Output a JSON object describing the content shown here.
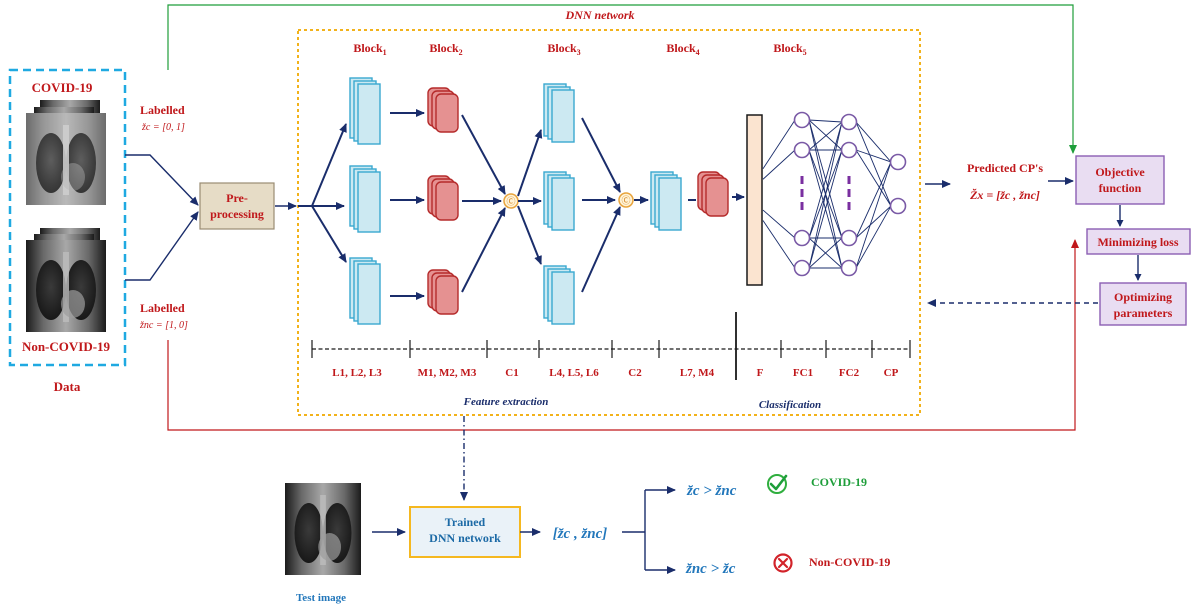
{
  "top_label": "DNN network",
  "data_panel": {
    "covid_title": "COVID-19",
    "noncovid_title": "Non-COVID-19",
    "caption": "Data",
    "labelled_top": "Labelled",
    "label_vector_top": "z̆c = [0, 1]",
    "labelled_bottom": "Labelled",
    "label_vector_bottom": "z̆nc = [1, 0]"
  },
  "preprocessing": {
    "line1": "Pre-",
    "line2": "processing"
  },
  "blocks": [
    {
      "base": "Block",
      "sub": "1"
    },
    {
      "base": "Block",
      "sub": "2"
    },
    {
      "base": "Block",
      "sub": "3"
    },
    {
      "base": "Block",
      "sub": "4"
    },
    {
      "base": "Block",
      "sub": "5"
    }
  ],
  "layers": {
    "l123": "L1, L2, L3",
    "m123": "M1, M2, M3",
    "c1": "C1",
    "l456": "L4, L5, L6",
    "c2": "C2",
    "l7m4": "L7, M4",
    "f": "F",
    "fc1": "FC1",
    "fc2": "FC2",
    "cp": "CP"
  },
  "sections": {
    "feature_extraction": "Feature extraction",
    "classification": "Classification"
  },
  "predicted": {
    "title": "Predicted CP's",
    "formula": "Z̆x = [z̆c , z̆nc]"
  },
  "objective": {
    "line1": "Objective",
    "line2": "function"
  },
  "minimizing": "Minimizing loss",
  "optimizing": {
    "line1": "Optimizing",
    "line2": "parameters"
  },
  "test": {
    "caption": "Test image",
    "trained_line1": "Trained",
    "trained_line2": "DNN network",
    "output_vector": "[z̆c , z̆nc]",
    "cond_covid": "z̆c > z̆nc",
    "cond_noncovid": "z̆nc > z̆c",
    "result_covid": "COVID-19",
    "result_noncovid": "Non-COVID-19"
  },
  "colors": {
    "label_red": "#c0181b",
    "navy_arrow": "#1a2d6b",
    "green_line": "#1e9e3a",
    "dashed_frame_cyan": "#1fa9e1",
    "dotted_frame_gold": "#f2b21b",
    "feature_map_fill": "#cce9f2",
    "feature_map_stroke": "#3aa8d0",
    "pool_fill": "#e59191",
    "pool_stroke": "#b52b2b",
    "flatten_fill": "#fbe4d0",
    "node_stroke": "#7a5aa6",
    "box_purple_fill": "#e9ddf2",
    "box_purple_stroke": "#8b5fb3",
    "preprocess_fill": "#e6dcc6",
    "trained_fill": "#eaf2f8",
    "trained_stroke": "#f5b820"
  },
  "icons": [
    "check-circle-icon",
    "cross-circle-icon",
    "concat-icon",
    "xray-image"
  ]
}
